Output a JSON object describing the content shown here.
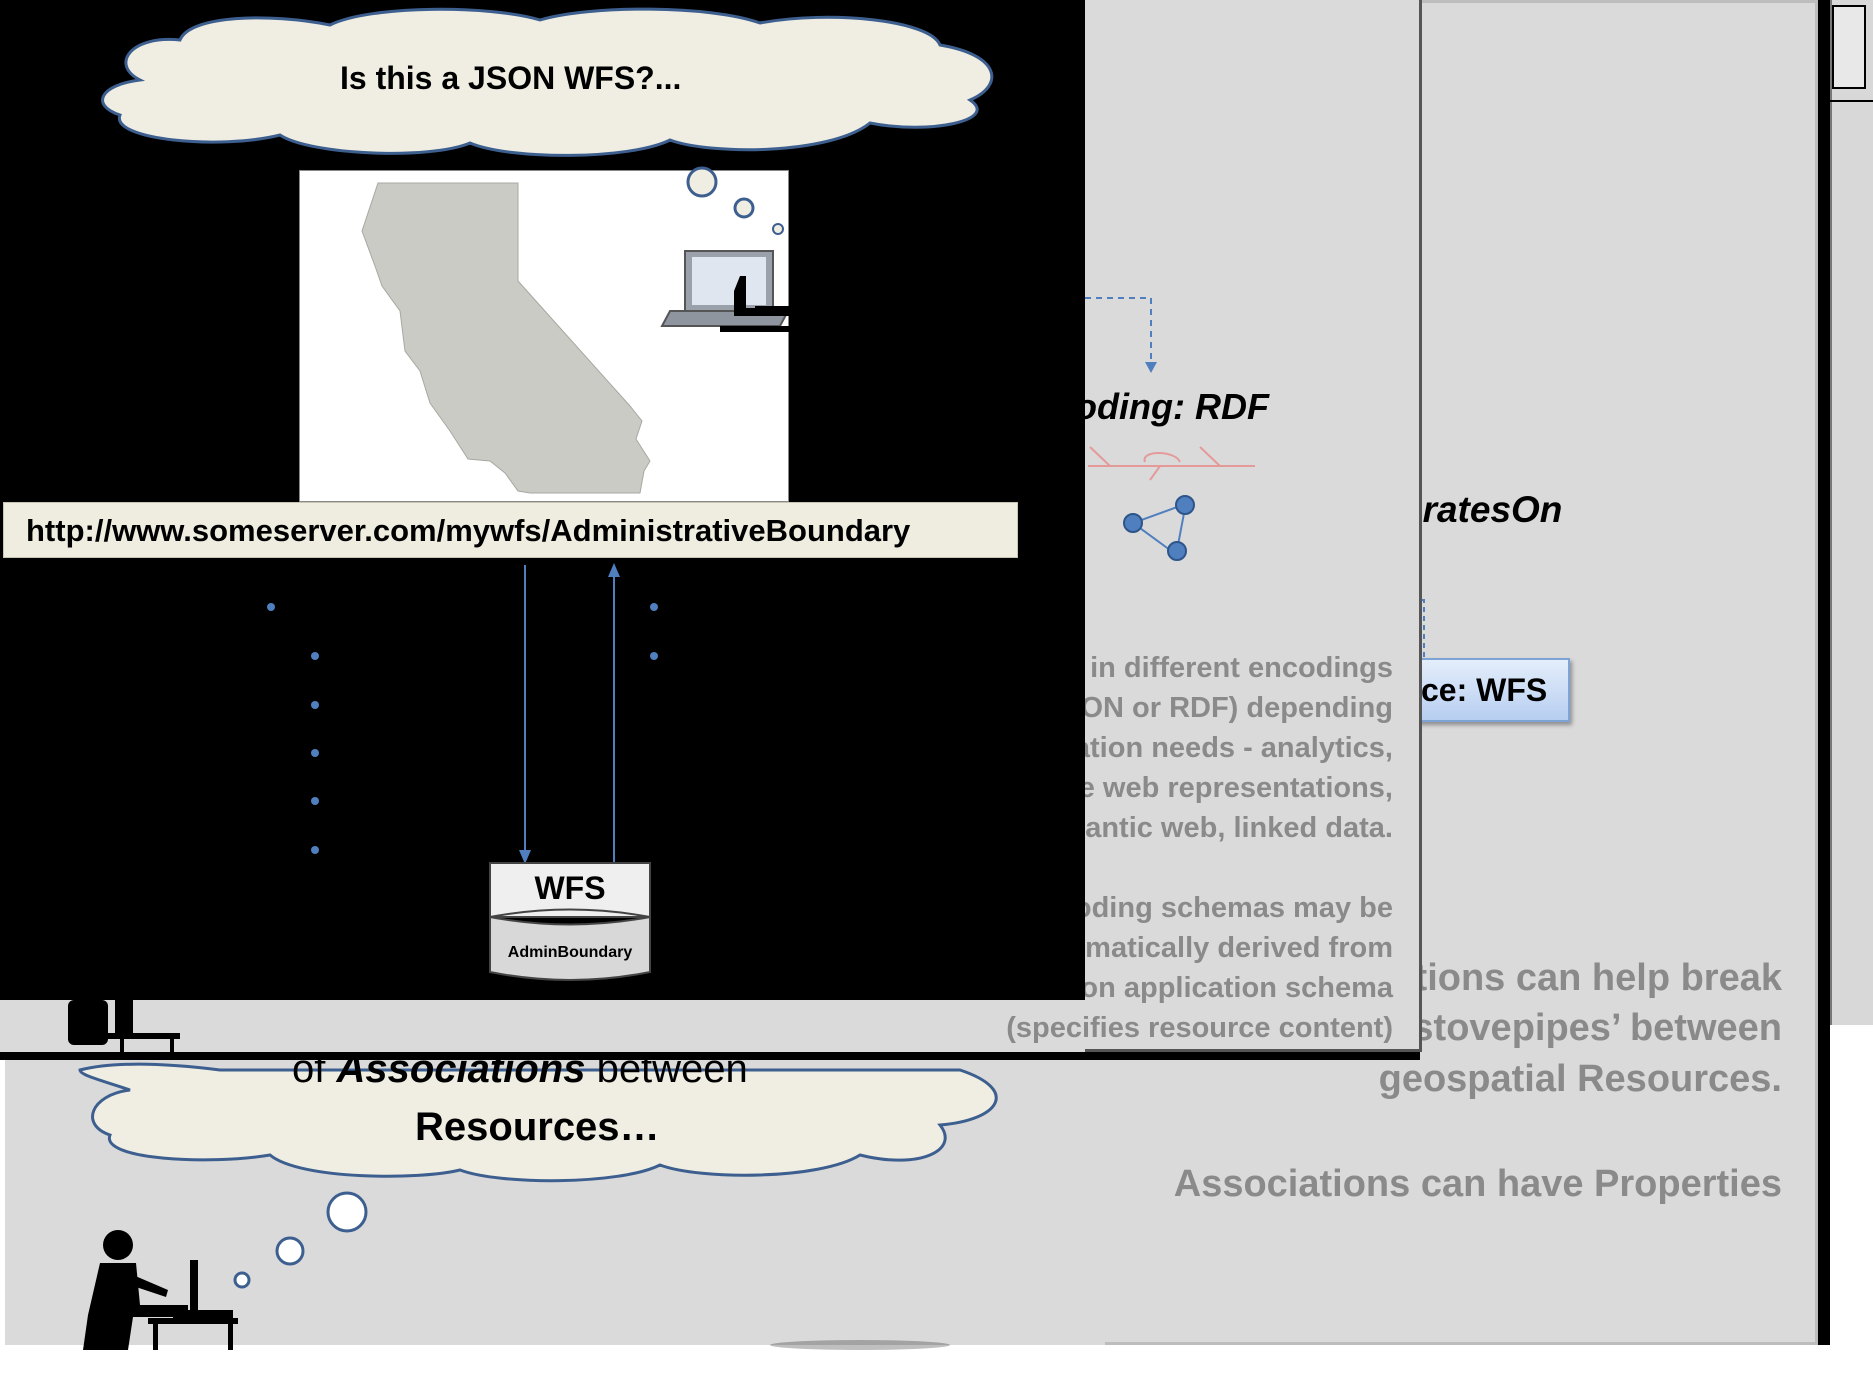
{
  "top_bubble": {
    "text": "Is this a JSON WFS?..."
  },
  "url_bar": {
    "text": "http://www.someserver.com/mywfs/AdministrativeBoundary"
  },
  "wfs_db": {
    "label": "WFS",
    "sublabel": "AdminBoundary"
  },
  "middle_panel": {
    "encoding_label": "oding:  RDF",
    "paragraph": [
      "in different encodings",
      "ON or RDF) depending",
      "ation needs - analytics,",
      "e web representations,",
      "antic web, linked data.",
      "",
      "oding schemas may be",
      "matically derived from",
      "on application schema",
      "(specifies resource content)"
    ]
  },
  "back_panel": {
    "operates_on": "eratesOn",
    "service_box": "ce: WFS",
    "associations_text": [
      "tions can help break",
      "stovepipes’ between",
      "geospatial Resources."
    ],
    "properties_text": "Associations can have Properties"
  },
  "bottom_bubble": {
    "line1_prefix": "of ",
    "line1_italic": "Associations",
    "line1_suffix": " between",
    "line2": "Resources…"
  },
  "colors": {
    "bubble_fill": "#f0eee3",
    "bubble_stroke": "#3d5f8f",
    "panel_gray": "#dadada",
    "url_fill": "#efece0",
    "map_gray": "#cbcbc6",
    "arrow_blue": "#4f7fbf",
    "text_gray": "#8a8a8a"
  }
}
